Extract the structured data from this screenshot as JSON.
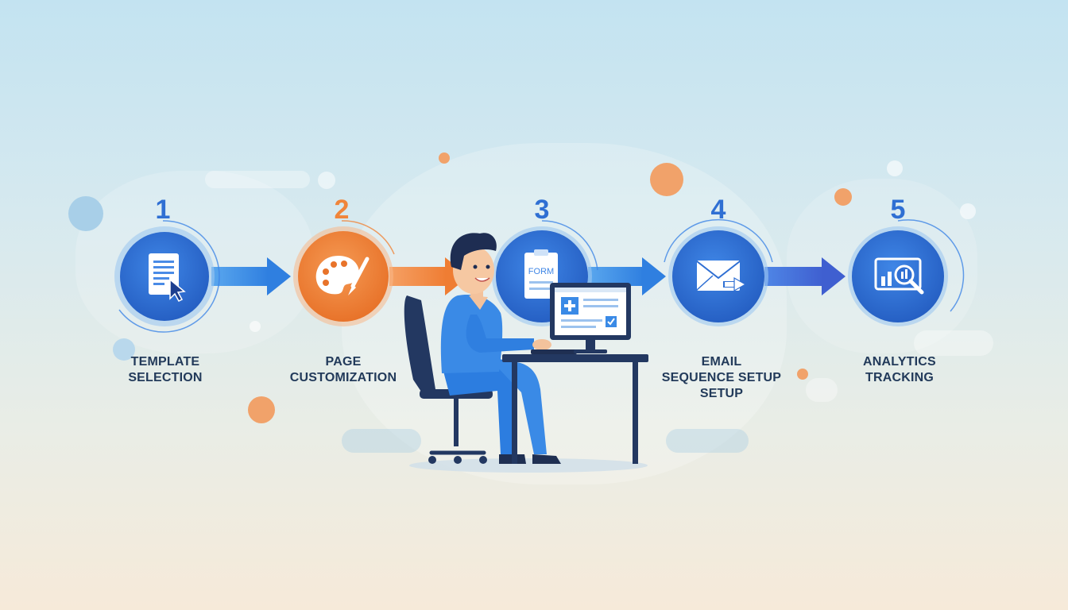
{
  "steps": [
    {
      "number": "1",
      "label_lines": [
        "TEMPLATE",
        "SELECTION"
      ],
      "icon": "document-cursor-icon",
      "color": "#2f6fd3"
    },
    {
      "number": "2",
      "label_lines": [
        "PAGE",
        "CUSTOMIZATION"
      ],
      "icon": "palette-brush-icon",
      "color": "#f0853a"
    },
    {
      "number": "3",
      "label_lines": [],
      "icon": "form-clipboard-icon",
      "color": "#2f6fd3",
      "icon_text": "FORM"
    },
    {
      "number": "4",
      "label_lines": [
        "EMAIL",
        "SEQUENCE SETUP",
        "SETUP"
      ],
      "icon": "envelope-send-icon",
      "color": "#2f6fd3"
    },
    {
      "number": "5",
      "label_lines": [
        "ANALYTICS",
        "TRACKING"
      ],
      "icon": "analytics-magnifier-icon",
      "color": "#2f6fd3"
    }
  ],
  "colors": {
    "blue": "#2f6fd3",
    "orange": "#f0853a",
    "navy": "#223a5a"
  }
}
